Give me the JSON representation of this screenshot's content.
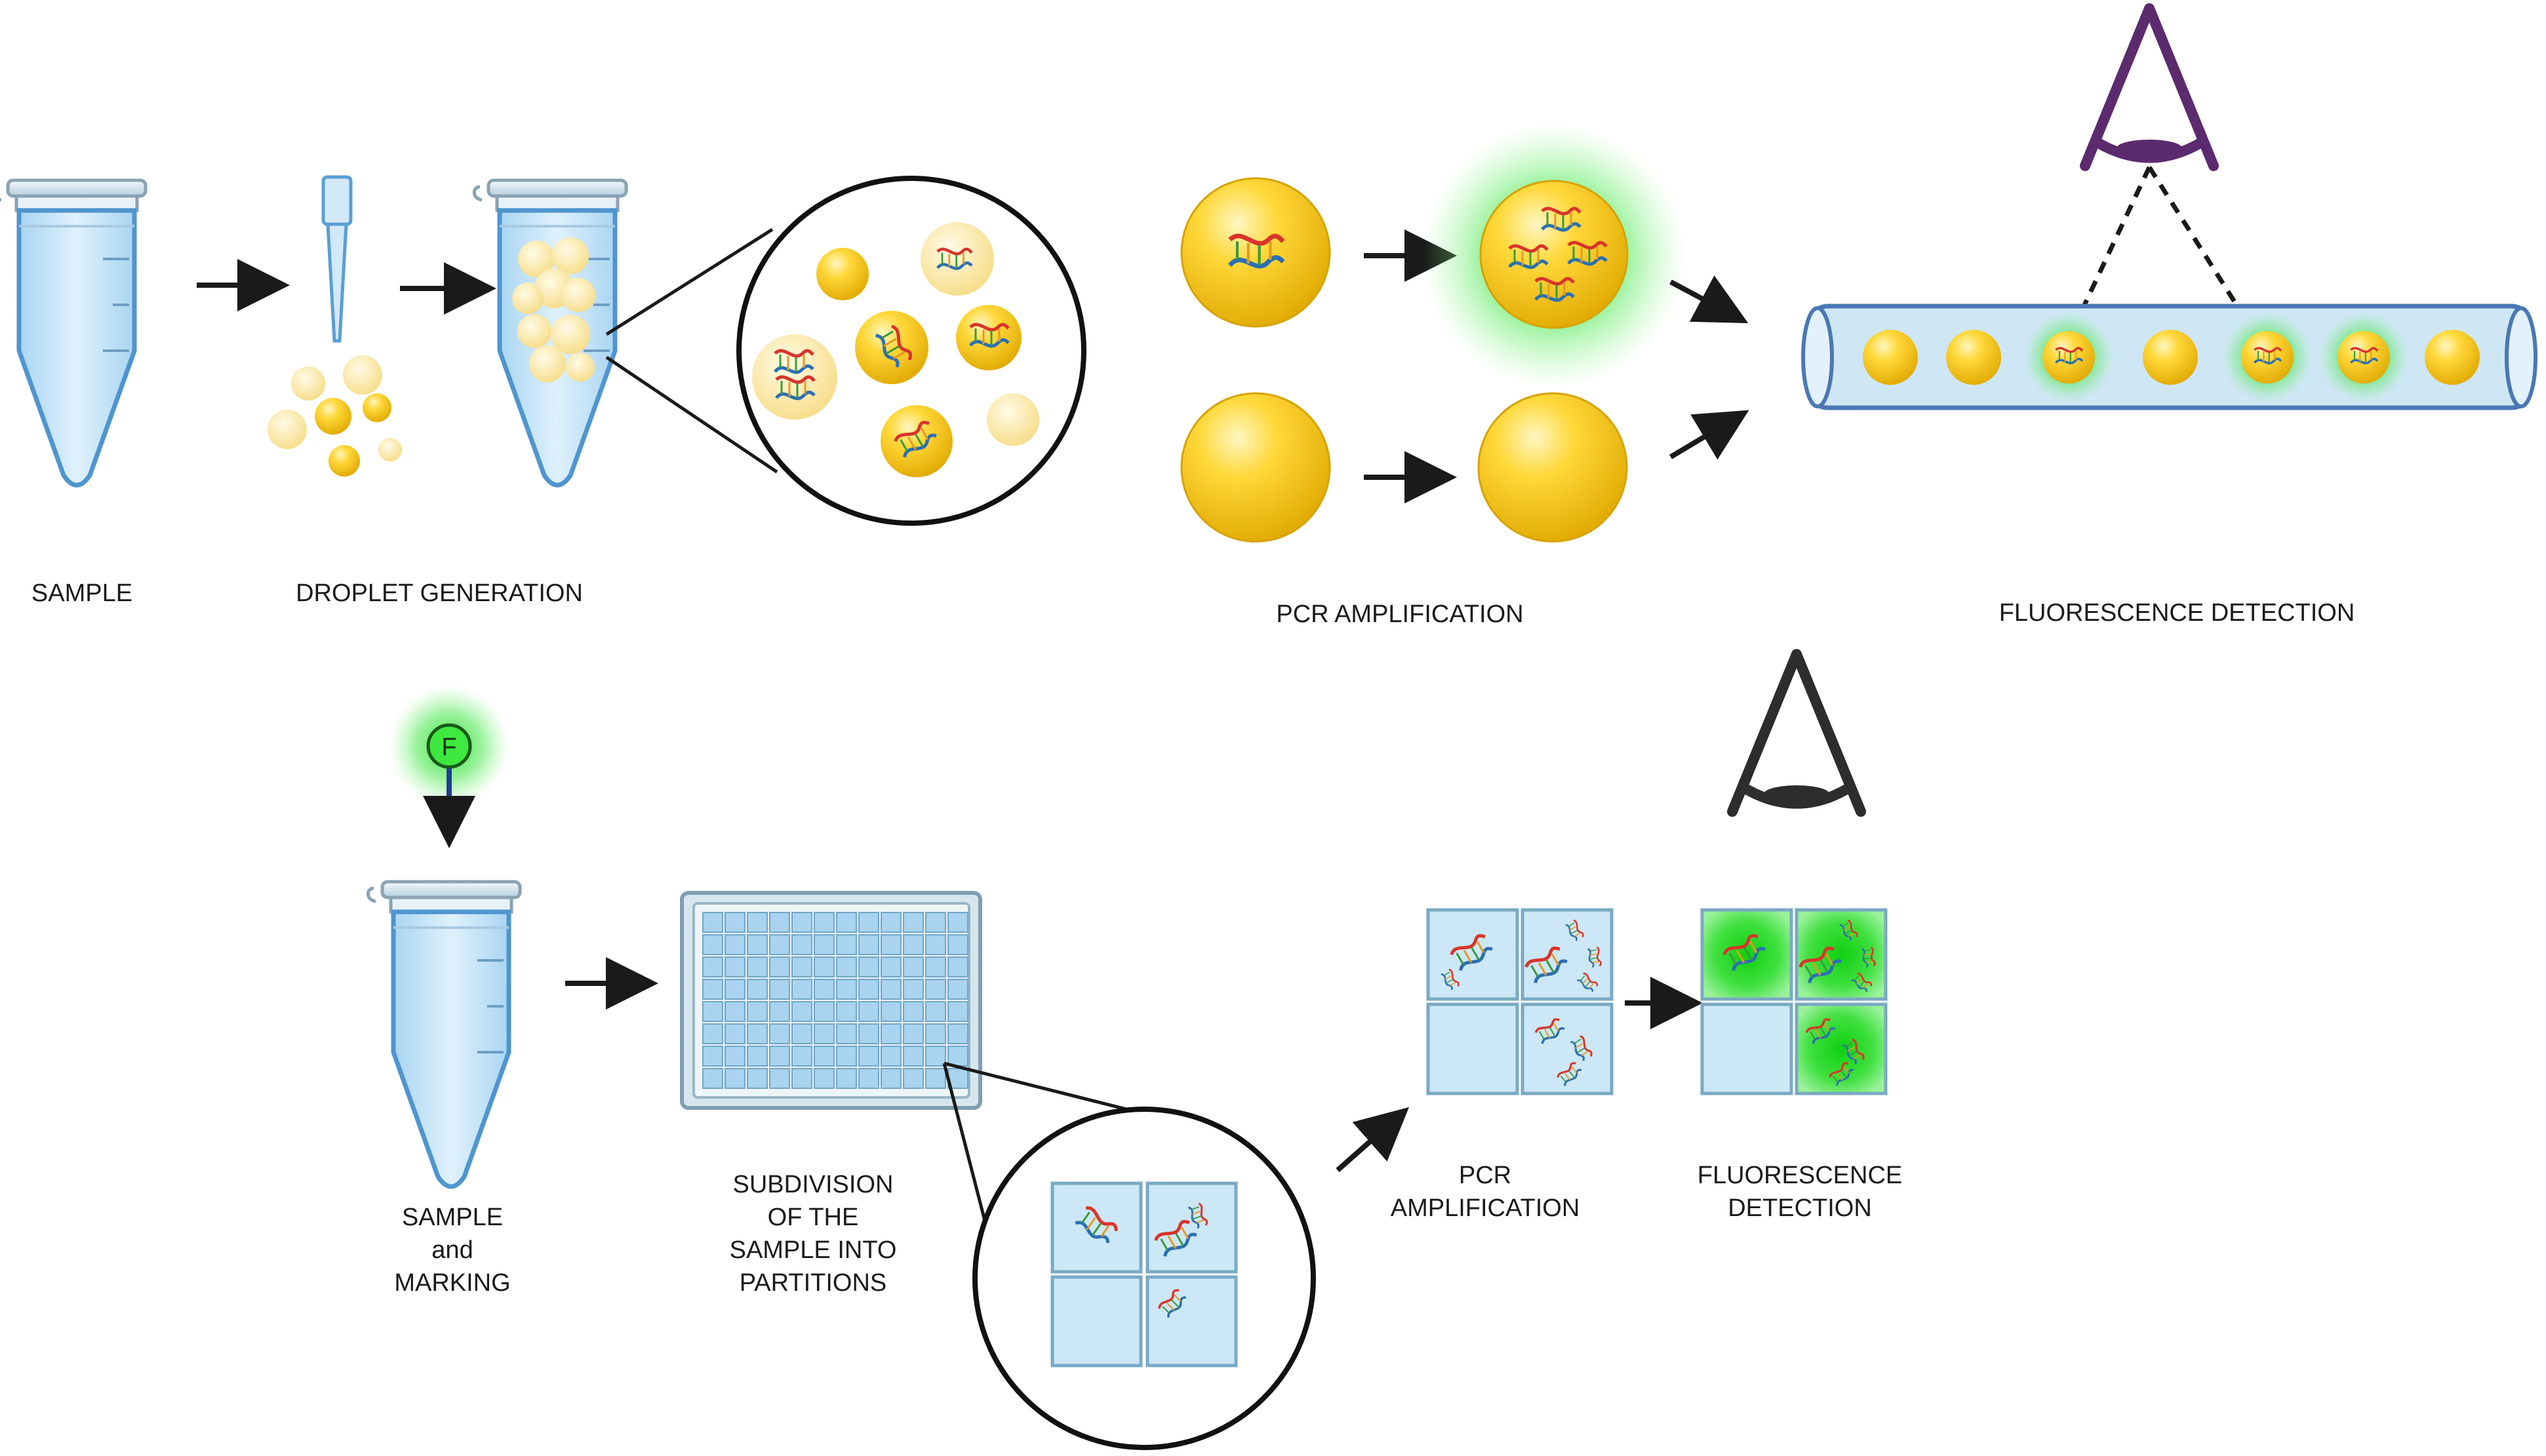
{
  "top_row": {
    "sample_label": "SAMPLE",
    "droplet_generation_label": "DROPLET GENERATION",
    "pcr_amplification_label": "PCR AMPLIFICATION",
    "fluorescence_detection_label": "FLUORESCENCE DETECTION"
  },
  "bottom_row": {
    "fluorophore_symbol": "F",
    "sample_marking_lines": [
      "SAMPLE",
      "and",
      "MARKING"
    ],
    "subdivision_lines": [
      "SUBDIVISION",
      "OF THE",
      "SAMPLE INTO",
      "PARTITIONS"
    ],
    "pcr_lines": [
      "PCR",
      "AMPLIFICATION"
    ],
    "fluorescence_lines": [
      "FLUORESCENCE",
      "DETECTION"
    ]
  },
  "colors": {
    "tube_fill": "#cfe8f7",
    "tube_outline": "#5a9fd4",
    "droplet_yellow": "#f5c518",
    "droplet_pale": "#fbe7a1",
    "glow_green": "#3fdc3f",
    "eye_purple": "#5b2b6e",
    "eye_dark": "#2d2d2d",
    "partition_fill": "#cce7f5",
    "partition_outline": "#7aa9c4",
    "arrow": "#1a1a1a",
    "dna_red": "#d9342b",
    "dna_blue": "#2a6fb5"
  },
  "icons": [
    "tube-icon",
    "pipette-icon",
    "droplet-icon",
    "magnifier-circle-icon",
    "eye-detector-icon",
    "capillary-channel-icon",
    "well-plate-icon",
    "partition-grid-icon",
    "fluorophore-icon",
    "dna-icon"
  ]
}
